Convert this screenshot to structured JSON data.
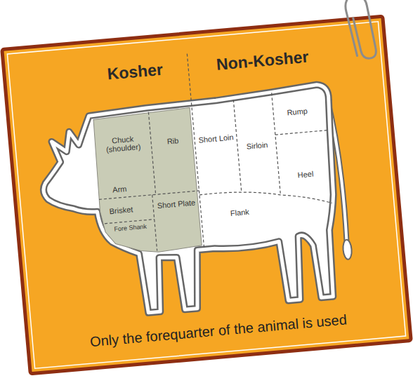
{
  "diagram": {
    "caption": "Only the forequarter of the animal is used",
    "nodes": [
      {
        "text": [
          "Chuck (shoulder)"
        ]
      },
      {
        "text": [
          "Rib"
        ]
      },
      {
        "text": [
          "Short Loin"
        ]
      },
      {
        "text": [
          "Sirloin"
        ]
      },
      {
        "text": [
          "Rump"
        ]
      },
      {
        "text": [
          "Arm"
        ]
      },
      {
        "text": [
          "Heel"
        ]
      },
      {
        "text": [
          "Brisket"
        ]
      },
      {
        "text": [
          "Short Plate"
        ]
      },
      {
        "text": [
          "Flank"
        ]
      },
      {
        "text": [
          "Fore Shank"
        ]
      }
    ],
    "labels": [
      "Kosher",
      "Non-Kosher"
    ]
  }
}
